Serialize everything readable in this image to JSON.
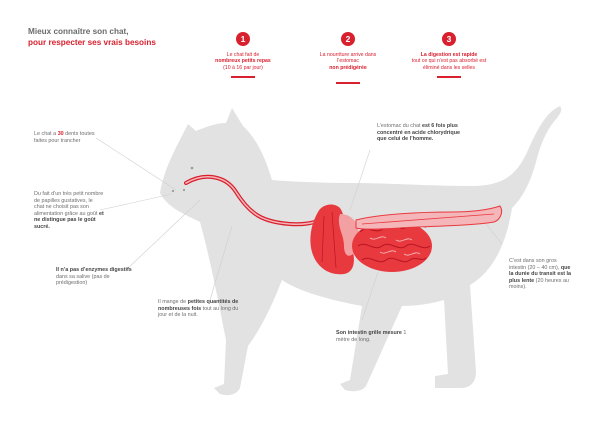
{
  "title": {
    "line1": "Mieux connaître son chat,",
    "line2": "pour respecter ses vrais besoins"
  },
  "steps": [
    {
      "number": "1",
      "pre": "Le chat fait de",
      "bold": "nombreux petits repas",
      "post": "(10 à 16 par jour)"
    },
    {
      "number": "2",
      "pre": "La nourriture arrive dans l’estomac",
      "bold": "non prédigérée",
      "post": ""
    },
    {
      "number": "3",
      "pre": "",
      "bold": "La digestion est rapide",
      "post": "tout ce qui n’est pas absorbé est éliminé dans les selles"
    }
  ],
  "notes": {
    "teeth": {
      "pre": "Le chat a ",
      "num": "30",
      "post": " dents toutes faites pour trancher"
    },
    "taste": {
      "pre": "Du fait d’un très petit nombre de papilles gustatives, le chat ne choisit pas son alimentation grâce au goût ",
      "bold": "et ne distingue pas le goût sucré."
    },
    "saliva": {
      "bold": "Il n’a pas d’enzymes digestifs",
      "post": " dans sa salive (pas de prédigestion)"
    },
    "meals": {
      "pre": "Il mange de ",
      "bold": "petites quantités de nombreuses fois",
      "post": " tout au long du jour et de la nuit."
    },
    "stomach": {
      "pre": "L’estomac du chat ",
      "bold": "est 6 fois plus concentré en acide chlorydrique que celui de l’homme."
    },
    "small_intestine": {
      "bold": "Son intestin grêle mesure",
      "post": " 1 mètre de long."
    },
    "large_intestine": {
      "pre": "C’est dans son gros intestin (20 – 40 cm), ",
      "bold": "que la durée du transit est la plus lente",
      "post": " (20 heures au moins)."
    }
  },
  "colors": {
    "accent": "#d8202e",
    "cat_body": "#e2e2e2",
    "organ": "#e8393f",
    "intestine_light": "#f4b6b8",
    "text": "#6e6e6e"
  }
}
